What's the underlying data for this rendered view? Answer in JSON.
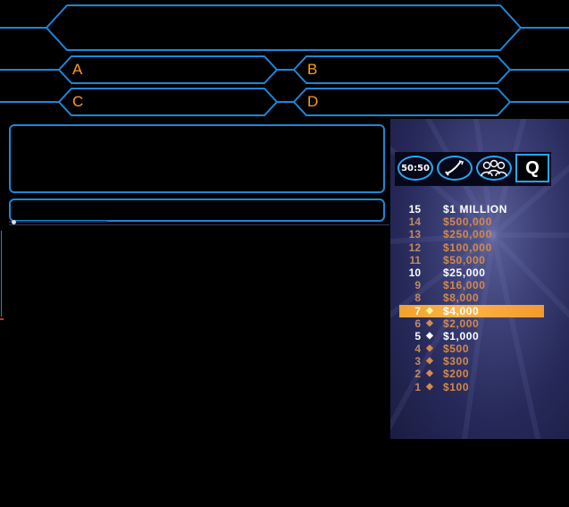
{
  "answers": {
    "a_label": "A",
    "b_label": "B",
    "c_label": "C",
    "d_label": "D"
  },
  "question_text": "",
  "lifelines": {
    "fifty_fifty_label": "50:50",
    "ask_host_label": "Q"
  },
  "money_ladder": [
    {
      "level": "15",
      "amount": "$1 MILLION",
      "milestone": true,
      "current": false,
      "reached": false
    },
    {
      "level": "14",
      "amount": "$500,000",
      "milestone": false,
      "current": false,
      "reached": false
    },
    {
      "level": "13",
      "amount": "$250,000",
      "milestone": false,
      "current": false,
      "reached": false
    },
    {
      "level": "12",
      "amount": "$100,000",
      "milestone": false,
      "current": false,
      "reached": false
    },
    {
      "level": "11",
      "amount": "$50,000",
      "milestone": false,
      "current": false,
      "reached": false
    },
    {
      "level": "10",
      "amount": "$25,000",
      "milestone": true,
      "current": false,
      "reached": false
    },
    {
      "level": "9",
      "amount": "$16,000",
      "milestone": false,
      "current": false,
      "reached": false
    },
    {
      "level": "8",
      "amount": "$8,000",
      "milestone": false,
      "current": false,
      "reached": false
    },
    {
      "level": "7",
      "amount": "$4,000",
      "milestone": false,
      "current": true,
      "reached": true
    },
    {
      "level": "6",
      "amount": "$2,000",
      "milestone": false,
      "current": false,
      "reached": true
    },
    {
      "level": "5",
      "amount": "$1,000",
      "milestone": true,
      "current": false,
      "reached": true
    },
    {
      "level": "4",
      "amount": "$500",
      "milestone": false,
      "current": false,
      "reached": true
    },
    {
      "level": "3",
      "amount": "$300",
      "milestone": false,
      "current": false,
      "reached": true
    },
    {
      "level": "2",
      "amount": "$200",
      "milestone": false,
      "current": false,
      "reached": true
    },
    {
      "level": "1",
      "amount": "$100",
      "milestone": false,
      "current": false,
      "reached": true
    }
  ],
  "colors": {
    "frame_blue": "#1e86d8",
    "answer_letter": "#ff9a2e",
    "current_level": "#f39a2c"
  }
}
